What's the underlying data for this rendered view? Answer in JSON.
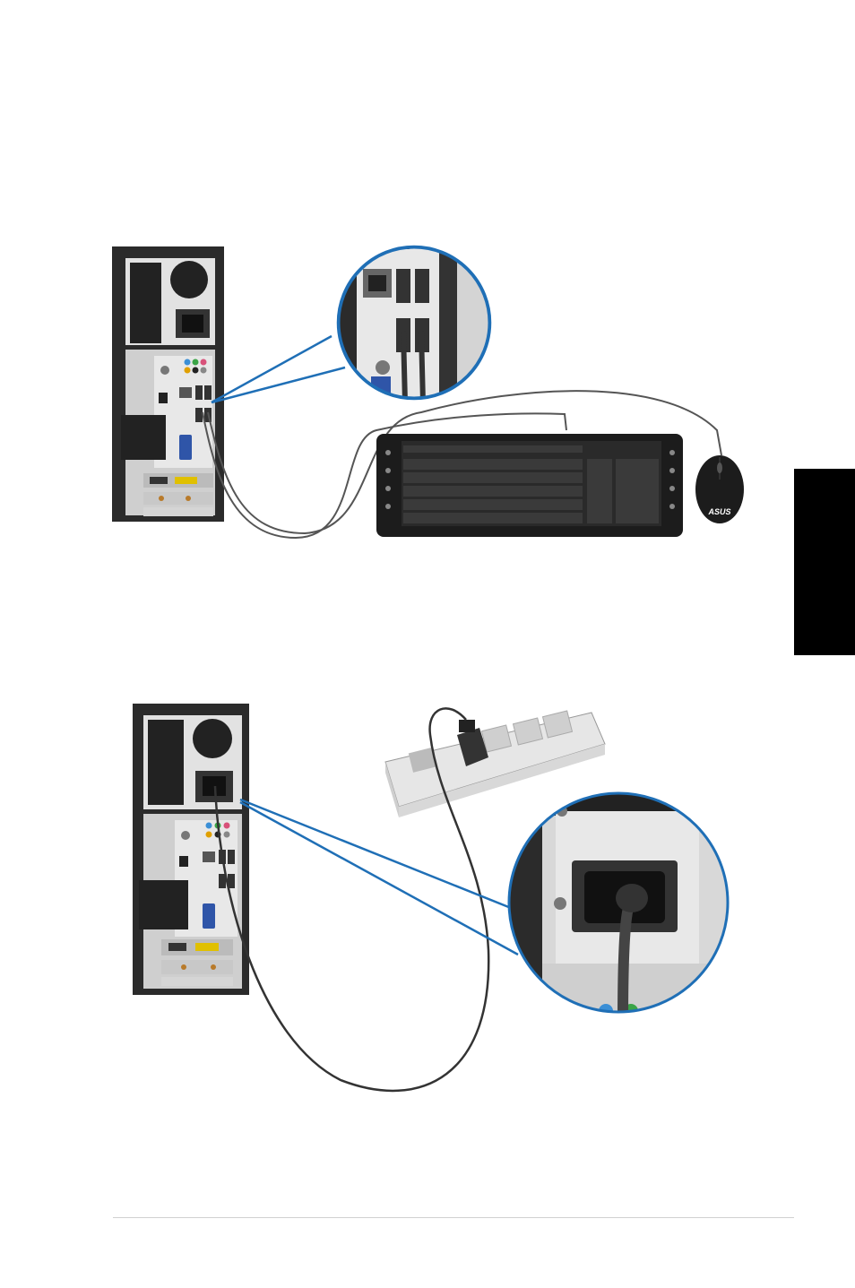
{
  "figures": [
    {
      "id": "keyboard-mouse",
      "logo_text": "ASUS"
    },
    {
      "id": "power-cord"
    }
  ],
  "colors": {
    "callout_blue": "#1f6fb6",
    "side_tab": "#000000",
    "chassis": "#2b2b2b",
    "panel": "#d4d4d4",
    "cable": "#333333",
    "vga_port": "#2f55a8",
    "audio_blue": "#3b8fd6",
    "audio_green": "#3aa447",
    "audio_pink": "#d8527a"
  },
  "icons": {
    "keyboard": "keyboard-illustration",
    "mouse": "mouse-illustration",
    "power_strip": "power-strip-illustration"
  }
}
